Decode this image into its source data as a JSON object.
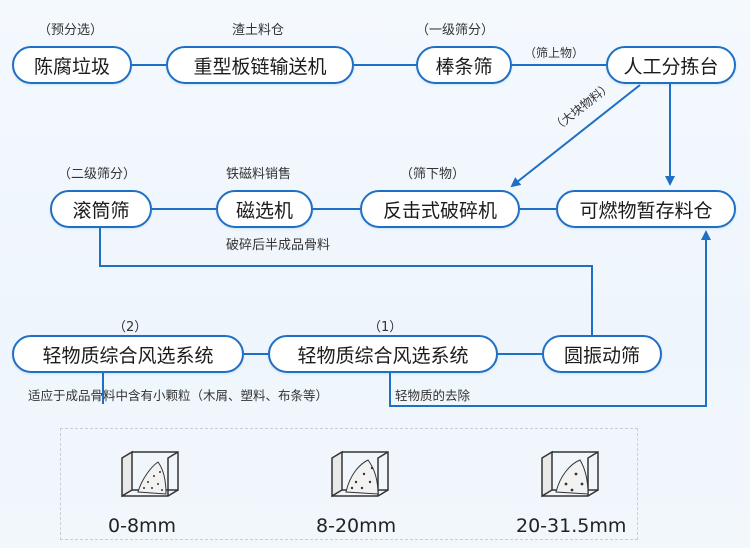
{
  "nodes": {
    "chenfu": "陈腐垃圾",
    "chain": "重型板链输送机",
    "bar_screen": "棒条筛",
    "manual_sort": "人工分拣台",
    "drum_screen": "滚筒筛",
    "magnetic": "磁选机",
    "crusher": "反击式破碎机",
    "fuel_store": "可燃物暂存料仓",
    "wind2": "轻物质综合风选系统",
    "wind1": "轻物质综合风选系统",
    "circular_screen": "圆振动筛"
  },
  "labels": {
    "presort": "（预分选）",
    "slag_bin": "渣土料仓",
    "primary_screen": "（一级筛分）",
    "oversize": "（筛上物）",
    "big_material": "（大块物料）",
    "secondary_screen": "（二级筛分）",
    "iron_sale": "铁磁料销售",
    "undersize": "（筛下物）",
    "crushed_aggregate": "破碎后半成品骨料",
    "num2": "（2）",
    "num1": "（1）",
    "note_aggregate": "适应于成品骨料中含有小颗粒（木屑、塑料、布条等）",
    "note_light": "轻物质的去除"
  },
  "sizes": [
    "0-8mm",
    "8-20mm",
    "20-31.5mm"
  ],
  "colors": {
    "line": "#1f6fc4",
    "node_border": "#1f6fc4"
  }
}
